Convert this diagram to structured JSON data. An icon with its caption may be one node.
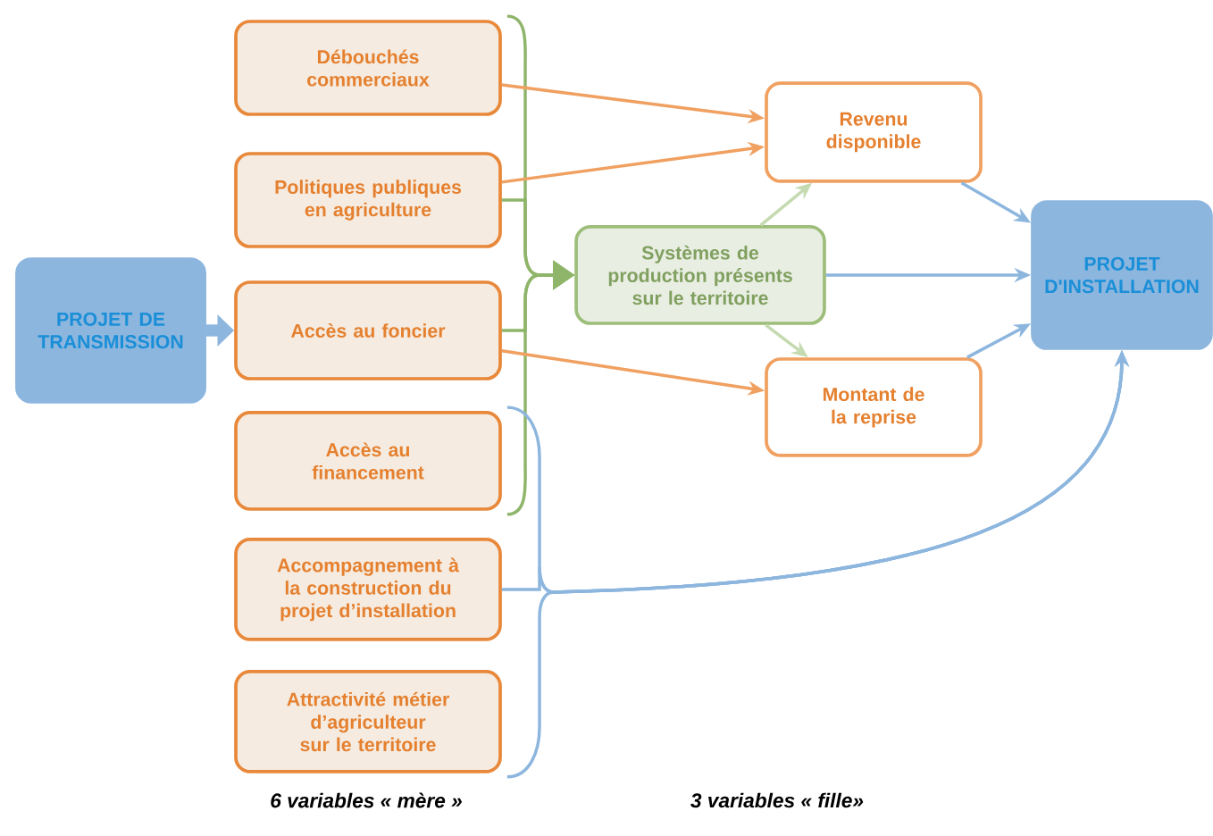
{
  "diagram": {
    "nodes": [
      {
        "text": [
          "PROJET DE TRANSMISSION"
        ]
      },
      {
        "text": [
          "Débouchés commerciaux"
        ]
      },
      {
        "text": [
          "Politiques publiques en agriculture"
        ]
      },
      {
        "text": [
          "Accès au foncier"
        ]
      },
      {
        "text": [
          "Accès au financement"
        ]
      },
      {
        "text": [
          "Accompagnement à la construction du projet d’installation"
        ]
      },
      {
        "text": [
          "Attractivité métier d’agriculteur sur le territoire"
        ]
      },
      {
        "text": [
          "Systèmes de production présents sur le territoire"
        ]
      },
      {
        "text": [
          "Revenu disponible"
        ]
      },
      {
        "text": [
          "Montant de la reprise"
        ]
      },
      {
        "text": [
          "PROJET D'INSTALLATION"
        ]
      }
    ],
    "edges": [
      {
        "from": 0,
        "to": 3,
        "arrow": "to",
        "style": "thick",
        "color": "#8db6de"
      },
      {
        "from": 1,
        "to": 8,
        "arrow": "to",
        "color": "#f0a060"
      },
      {
        "from": 2,
        "to": 8,
        "arrow": "to",
        "color": "#f0a060"
      },
      {
        "from": 3,
        "to": 9,
        "arrow": "to",
        "color": "#f0a060"
      },
      {
        "from": 1,
        "to": 7,
        "arrow": "to",
        "color": "#8fb56a"
      },
      {
        "from": 2,
        "to": 7,
        "arrow": "to",
        "color": "#8fb56a"
      },
      {
        "from": 3,
        "to": 7,
        "arrow": "to",
        "color": "#8fb56a"
      },
      {
        "from": 4,
        "to": 7,
        "arrow": "to",
        "color": "#8fb56a"
      },
      {
        "from": 7,
        "to": 8,
        "arrow": "to",
        "color": "#c5dab0"
      },
      {
        "from": 7,
        "to": 9,
        "arrow": "to",
        "color": "#c5dab0"
      },
      {
        "from": 7,
        "to": 10,
        "arrow": "to",
        "color": "#8db6de"
      },
      {
        "from": 8,
        "to": 10,
        "arrow": "to",
        "color": "#8db6de"
      },
      {
        "from": 9,
        "to": 10,
        "arrow": "to",
        "color": "#8db6de"
      },
      {
        "from": 4,
        "to": 10,
        "arrow": "to",
        "color": "#8db6de"
      },
      {
        "from": 5,
        "to": 10,
        "arrow": "to",
        "color": "#8db6de"
      },
      {
        "from": 6,
        "to": 10,
        "arrow": "to",
        "color": "#8db6de"
      }
    ],
    "labels": [
      "6 variables « mère »",
      "3 variables « fille»"
    ]
  }
}
